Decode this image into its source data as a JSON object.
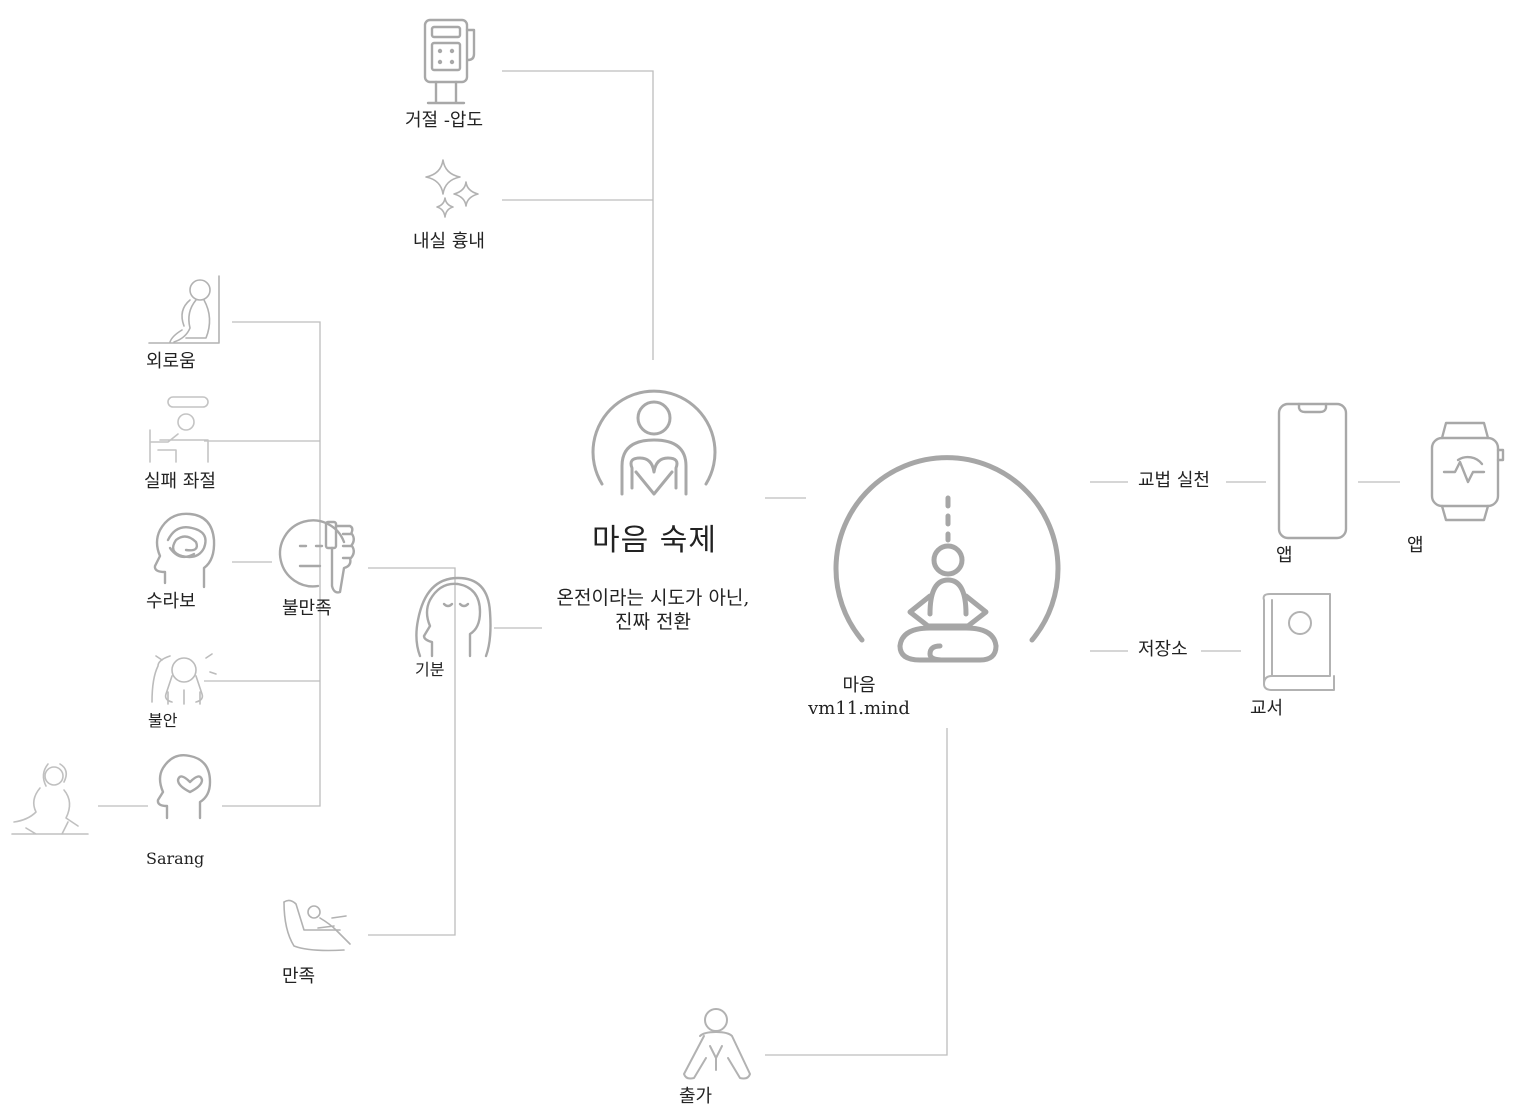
{
  "labels": {
    "geojeol": "거절 -압도",
    "naesil": "내실 흉내",
    "oeroum": "외로움",
    "silpae": "실패 좌절",
    "suirabo": "수라보",
    "bulmanjok": "불만족",
    "buran": "불안",
    "sarang": "Sarang",
    "manjok": "만족",
    "gibun": "기분",
    "maeum_title": "마음 숙제",
    "maeum_sub_1": "온전이라는 시도가 아닌,",
    "maeum_sub_2": "진짜 전환",
    "maeum": "마음",
    "vm11": "vm11.mind",
    "gyobeop": "교법 실천",
    "app1": "앱",
    "app2": "앱",
    "jeojangso": "저장소",
    "gyoseo": "교서",
    "chulga": "출가"
  },
  "icons": {
    "kiosk": "kiosk-icon",
    "sparkles": "sparkles-icon",
    "lonely": "lonely-person-icon",
    "failure": "failure-desk-icon",
    "tangled": "tangled-head-icon",
    "thumbsdown": "thumbs-down-face-icon",
    "anxious": "anxious-person-icon",
    "hug": "hugging-person-icon",
    "heart_head": "heart-head-icon",
    "relax": "relaxing-person-icon",
    "mood": "mood-head-icon",
    "heart_hold": "person-holding-heart-icon",
    "meditation": "meditation-icon",
    "phone": "smartphone-icon",
    "watch": "smartwatch-icon",
    "book": "book-icon",
    "monk": "monk-icon"
  },
  "colors": {
    "icon": "#a8a8a8",
    "line": "#bdbdbd",
    "text": "#222222"
  }
}
